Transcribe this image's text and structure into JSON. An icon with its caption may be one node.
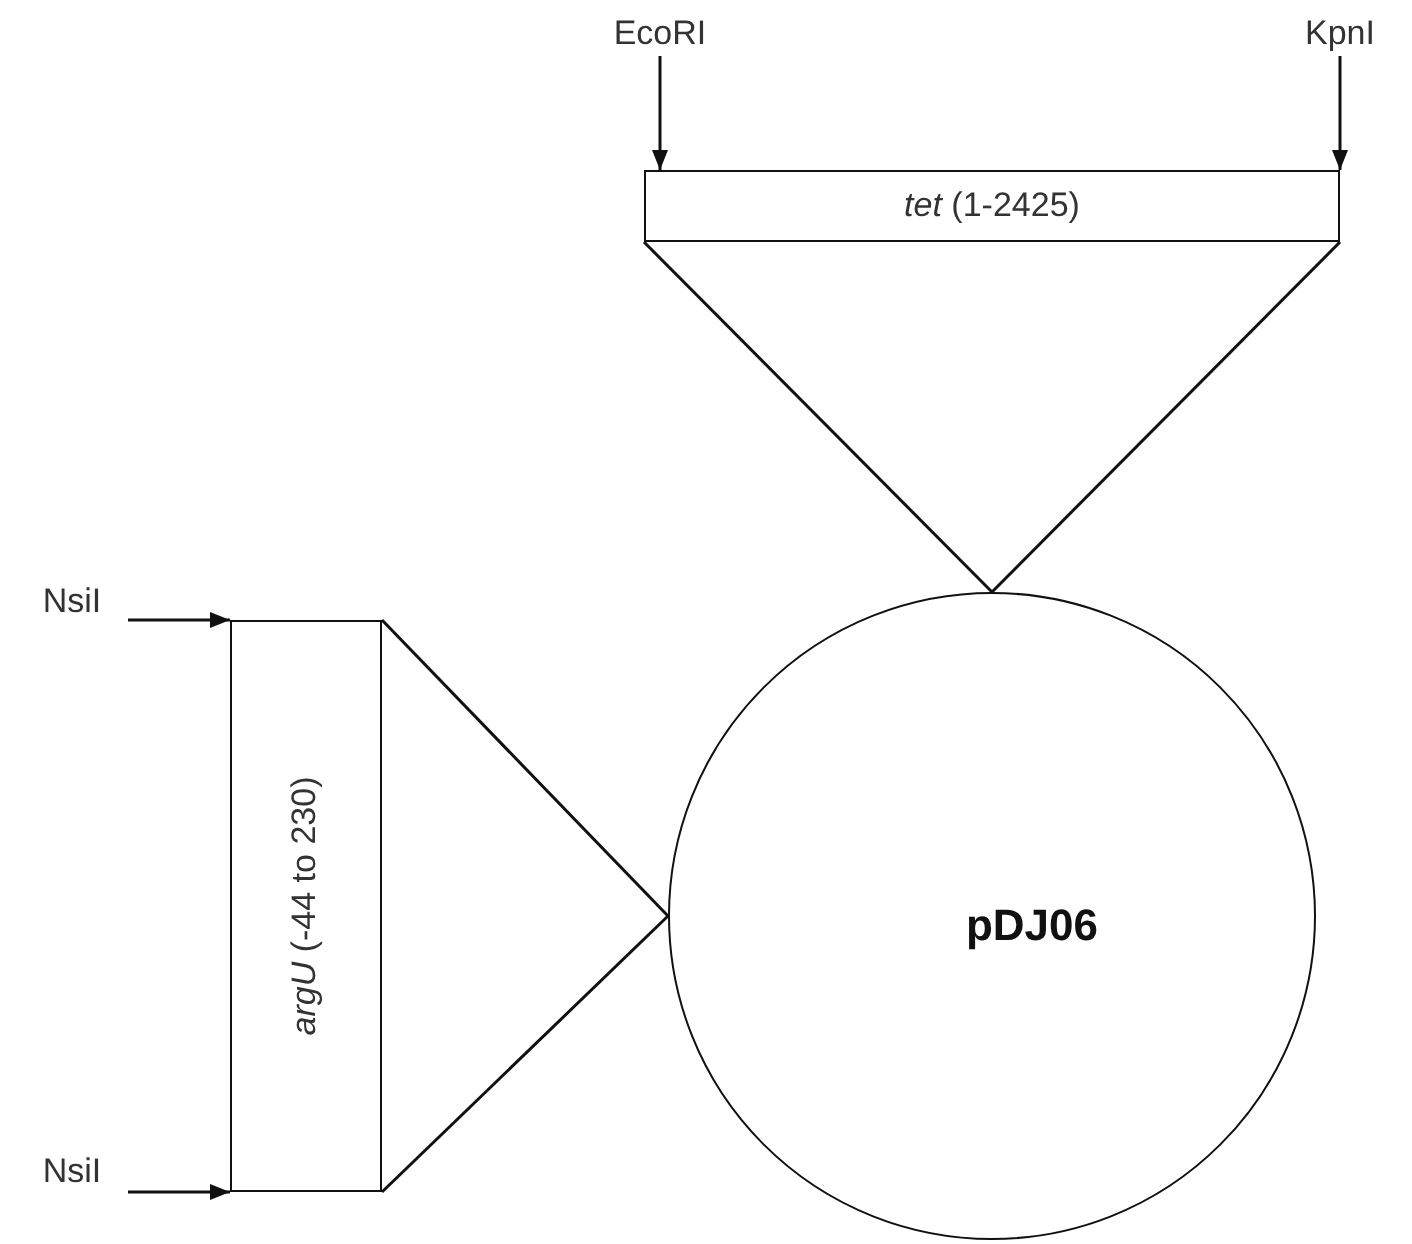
{
  "diagram": {
    "nodes": [
      {
        "text": [
          "EcoRI"
        ]
      },
      {
        "text": [
          "KpnI"
        ]
      },
      {
        "text": [
          "*tet* (1-2425)"
        ]
      },
      {
        "text": [
          "pDJ06"
        ]
      },
      {
        "text": [
          "NsiI"
        ]
      },
      {
        "text": [
          "NsiI"
        ]
      },
      {
        "text": [
          "*argU* (-44 to 230)"
        ]
      }
    ],
    "edges": [
      {
        "from": 0,
        "to": 2,
        "arrow": "to"
      },
      {
        "from": 1,
        "to": 2,
        "arrow": "to"
      },
      {
        "from": 2,
        "to": 3,
        "arrow": "none"
      },
      {
        "from": 2,
        "to": 3,
        "arrow": "none"
      },
      {
        "from": 4,
        "to": 6,
        "arrow": "to"
      },
      {
        "from": 5,
        "to": 6,
        "arrow": "to"
      },
      {
        "from": 6,
        "to": 3,
        "arrow": "none"
      },
      {
        "from": 6,
        "to": 3,
        "arrow": "none"
      }
    ]
  }
}
